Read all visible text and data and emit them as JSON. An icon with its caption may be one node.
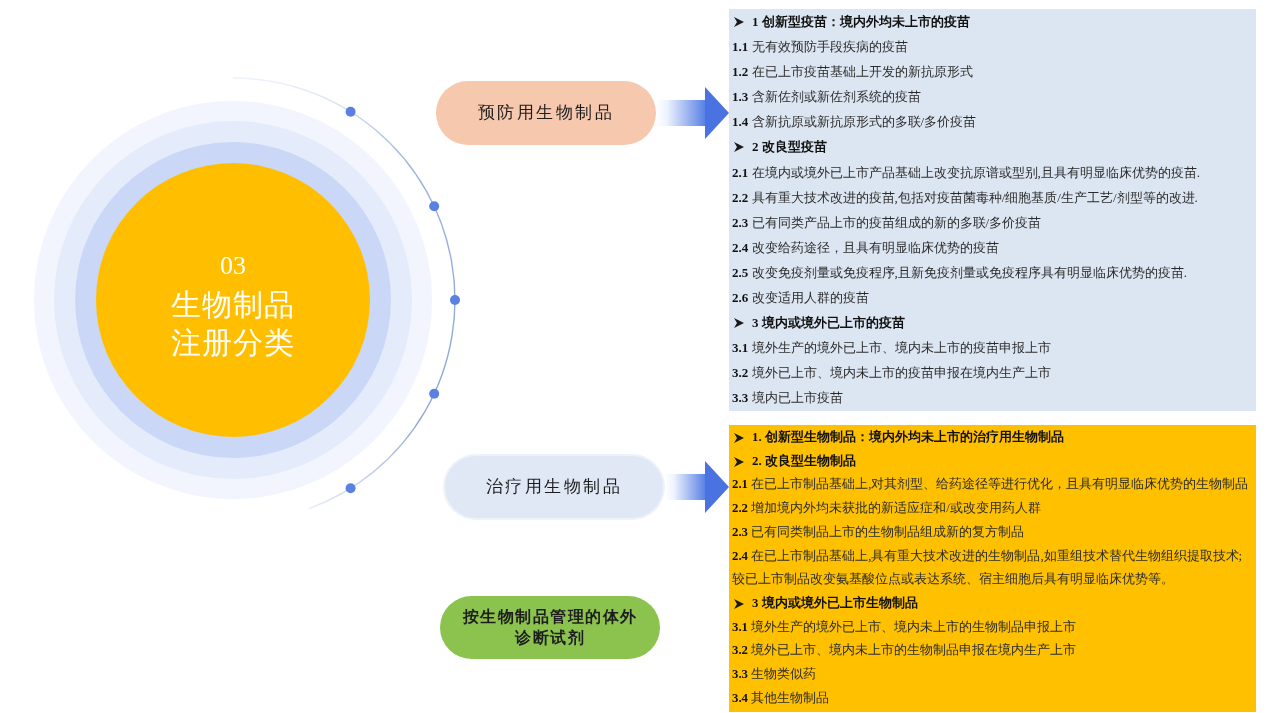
{
  "diagram": {
    "nodes": [
      {
        "text": [
          "03",
          "生物制品注册分类"
        ]
      },
      {
        "text": [
          "预防用生物制品"
        ]
      },
      {
        "text": [
          "治疗用生物制品"
        ]
      },
      {
        "text": [
          "按生物制品管理的体外诊断试剂"
        ]
      },
      {
        "text": [
          "1 创新型疫苗：境内外均未上市的疫苗",
          "**1.1** 无有效预防手段疾病的疫苗",
          "**1.2** 在已上市疫苗基础上开发的新抗原形式",
          "**1.3** 含新佐剂或新佐剂系统的疫苗",
          "**1.4** 含新抗原或新抗原形式的多联/多价疫苗",
          "2 改良型疫苗",
          "**2.1** 在境内或境外已上市产品基础上改变抗原谱或型别,且具有明显临床优势的疫苗.",
          "**2.2** 具有重大技术改进的疫苗,包括对疫苗菌毒种/细胞基质/生产工艺/剂型等的改进.",
          "**2.3** 已有同类产品上市的疫苗组成的新的多联/多价疫苗",
          "**2.4** 改变给药途径，且具有明显临床优势的疫苗",
          "**2.5** 改变免疫剂量或免疫程序,且新免疫剂量或免疫程序具有明显临床优势的疫苗.",
          "**2.6** 改变适用人群的疫苗",
          "3 境内或境外已上市的疫苗",
          "**3.1** 境外生产的境外已上市、境内未上市的疫苗申报上市",
          "**3.2** 境外已上市、境内未上市的疫苗申报在境内生产上市",
          "**3.3** 境内已上市疫苗"
        ]
      },
      {
        "text": [
          "1. 创新型生物制品：境内外均未上市的治疗用生物制品",
          "2. 改良型生物制品",
          "**2.1** 在已上市制品基础上,对其剂型、给药途径等进行优化，且具有明显临床优势的生物制品",
          "**2.2** 增加境内外均未获批的新适应症和/或改变用药人群",
          "**2.3** 已有同类制品上市的生物制品组成新的复方制品",
          "**2.4** 在已上市制品基础上,具有重大技术改进的生物制品,如重组技术替代生物组织提取技术;较已上市制品改变氨基酸位点或表达系统、宿主细胞后具有明显临床优势等。",
          "3 境内或境外已上市生物制品",
          "**3.1** 境外生产的境外已上市、境内未上市的生物制品申报上市",
          "**3.2** 境外已上市、境内未上市的生物制品申报在境内生产上市",
          "**3.3** 生物类似药",
          "**3.4** 其他生物制品"
        ]
      }
    ],
    "edges": [
      {
        "from": 1,
        "to": 4,
        "arrow": "to"
      },
      {
        "from": 2,
        "to": 5,
        "arrow": "to"
      }
    ]
  }
}
